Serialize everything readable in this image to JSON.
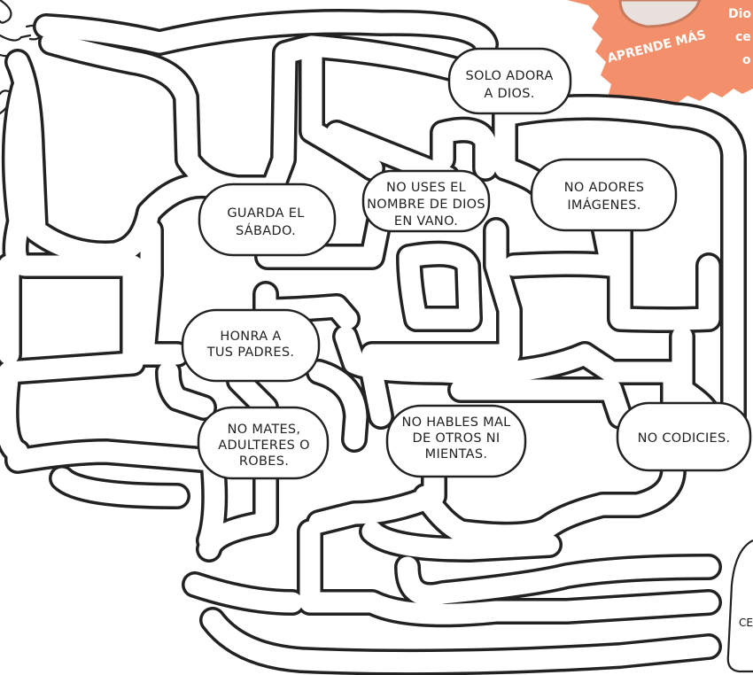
{
  "bubbles": {
    "solo_adora": [
      "SOLO ADORA",
      "A DIOS."
    ],
    "no_uses": [
      "NO USES EL",
      "NOMBRE DE DIOS",
      "EN VANO."
    ],
    "no_adores": [
      "NO ADORES",
      "IMÁGENES."
    ],
    "guarda": [
      "GUARDA EL",
      "SÁBADO."
    ],
    "honra": [
      "HONRA A",
      "TUS PADRES."
    ],
    "no_mates": [
      "NO MATES,",
      "ADULTERES O",
      "ROBES."
    ],
    "no_hables": [
      "NO HABLES MAL",
      "DE OTROS NI",
      "MIENTAS."
    ],
    "no_codicies": [
      "NO CODICIES."
    ]
  },
  "badge": {
    "label": "APRENDE MÁS",
    "side_text": [
      "Dio",
      "ce",
      "o"
    ],
    "color": "#f3906b"
  },
  "corner_tag": "CE",
  "colors": {
    "ink": "#222222",
    "paper": "#ffffff",
    "accent": "#f3906b"
  }
}
